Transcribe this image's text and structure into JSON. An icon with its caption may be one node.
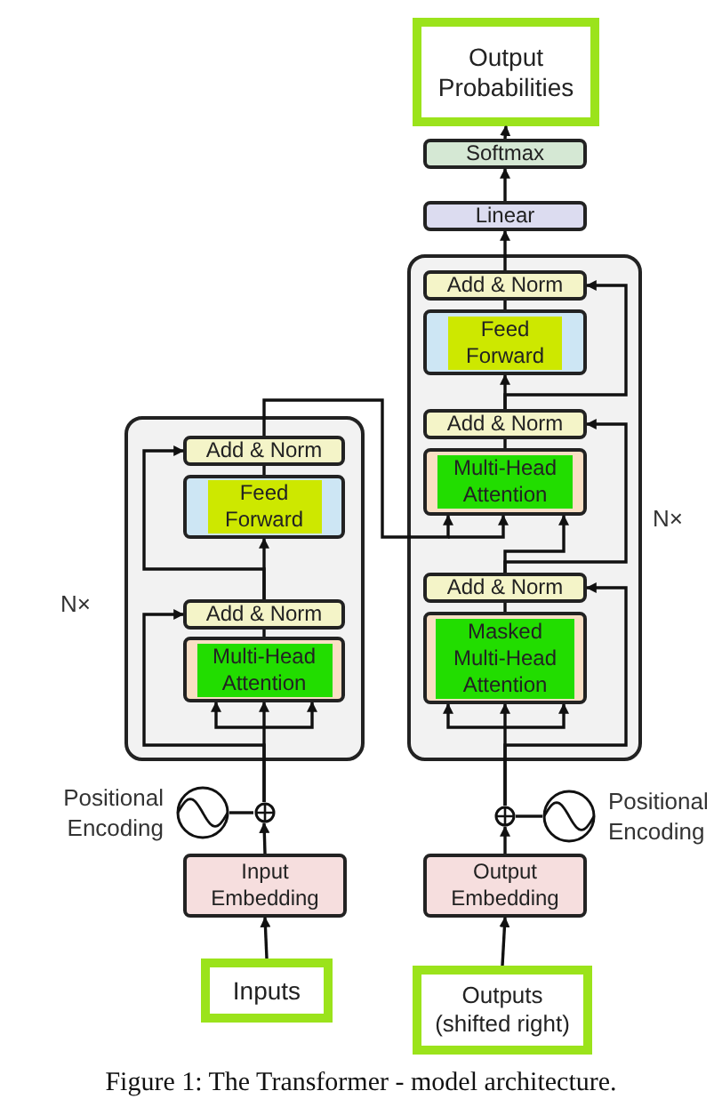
{
  "diagram": {
    "caption": "Figure 1: The Transformer - model architecture.",
    "nodes": [
      {
        "text": [
          "Output Probabilities"
        ]
      },
      {
        "text": [
          "Softmax"
        ]
      },
      {
        "text": [
          "Linear"
        ]
      },
      {
        "text": [],
        "shape": "box",
        "beside": [
          "N×"
        ]
      },
      {
        "text": [
          "Add & Norm"
        ],
        "in": 3
      },
      {
        "text": [
          "Feed Forward"
        ],
        "in": 3
      },
      {
        "text": [
          "Add & Norm"
        ],
        "in": 3
      },
      {
        "text": [
          "Multi-Head Attention"
        ],
        "in": 3
      },
      {
        "text": [
          "Add & Norm"
        ],
        "in": 3
      },
      {
        "text": [
          "Masked Multi-Head Attention"
        ],
        "in": 3
      },
      {
        "text": [],
        "shape": "box",
        "beside": [
          "N×"
        ]
      },
      {
        "text": [
          "Add & Norm"
        ],
        "in": 10
      },
      {
        "text": [
          "Feed Forward"
        ],
        "in": 10
      },
      {
        "text": [
          "Add & Norm"
        ],
        "in": 10
      },
      {
        "text": [
          "Multi-Head Attention"
        ],
        "in": 10
      },
      {
        "text": [],
        "shape": "circle"
      },
      {
        "text": [],
        "shape": "circle",
        "beside": [
          "Positional Encoding"
        ]
      },
      {
        "text": [
          "Input Embedding"
        ]
      },
      {
        "text": [
          "Inputs"
        ]
      },
      {
        "text": [],
        "shape": "circle"
      },
      {
        "text": [],
        "shape": "circle",
        "beside": [
          "Positional Encoding"
        ]
      },
      {
        "text": [
          "Output Embedding"
        ]
      },
      {
        "text": [
          "Outputs (shifted right)"
        ]
      }
    ],
    "edges": [
      {
        "from": 18,
        "to": 17,
        "arrow": "to"
      },
      {
        "from": 17,
        "to": 15,
        "arrow": "to"
      },
      {
        "from": 16,
        "to": 15,
        "arrow": "none"
      },
      {
        "from": 15,
        "to": 14,
        "arrow": "to"
      },
      {
        "from": 15,
        "to": 13,
        "arrow": "to"
      },
      {
        "from": 14,
        "to": 13,
        "arrow": "none"
      },
      {
        "from": 13,
        "to": 12,
        "arrow": "to"
      },
      {
        "from": 13,
        "to": 11,
        "arrow": "to"
      },
      {
        "from": 12,
        "to": 11,
        "arrow": "none"
      },
      {
        "from": 11,
        "to": 7,
        "arrow": "to"
      },
      {
        "from": 22,
        "to": 21,
        "arrow": "to"
      },
      {
        "from": 21,
        "to": 19,
        "arrow": "to"
      },
      {
        "from": 20,
        "to": 19,
        "arrow": "none"
      },
      {
        "from": 19,
        "to": 9,
        "arrow": "to"
      },
      {
        "from": 19,
        "to": 8,
        "arrow": "to"
      },
      {
        "from": 9,
        "to": 8,
        "arrow": "none"
      },
      {
        "from": 8,
        "to": 7,
        "arrow": "to"
      },
      {
        "from": 8,
        "to": 6,
        "arrow": "to"
      },
      {
        "from": 7,
        "to": 6,
        "arrow": "none"
      },
      {
        "from": 6,
        "to": 5,
        "arrow": "to"
      },
      {
        "from": 6,
        "to": 4,
        "arrow": "to"
      },
      {
        "from": 5,
        "to": 4,
        "arrow": "none"
      },
      {
        "from": 4,
        "to": 2,
        "arrow": "to"
      },
      {
        "from": 2,
        "to": 1,
        "arrow": "to"
      },
      {
        "from": 1,
        "to": 0,
        "arrow": "to"
      }
    ]
  }
}
